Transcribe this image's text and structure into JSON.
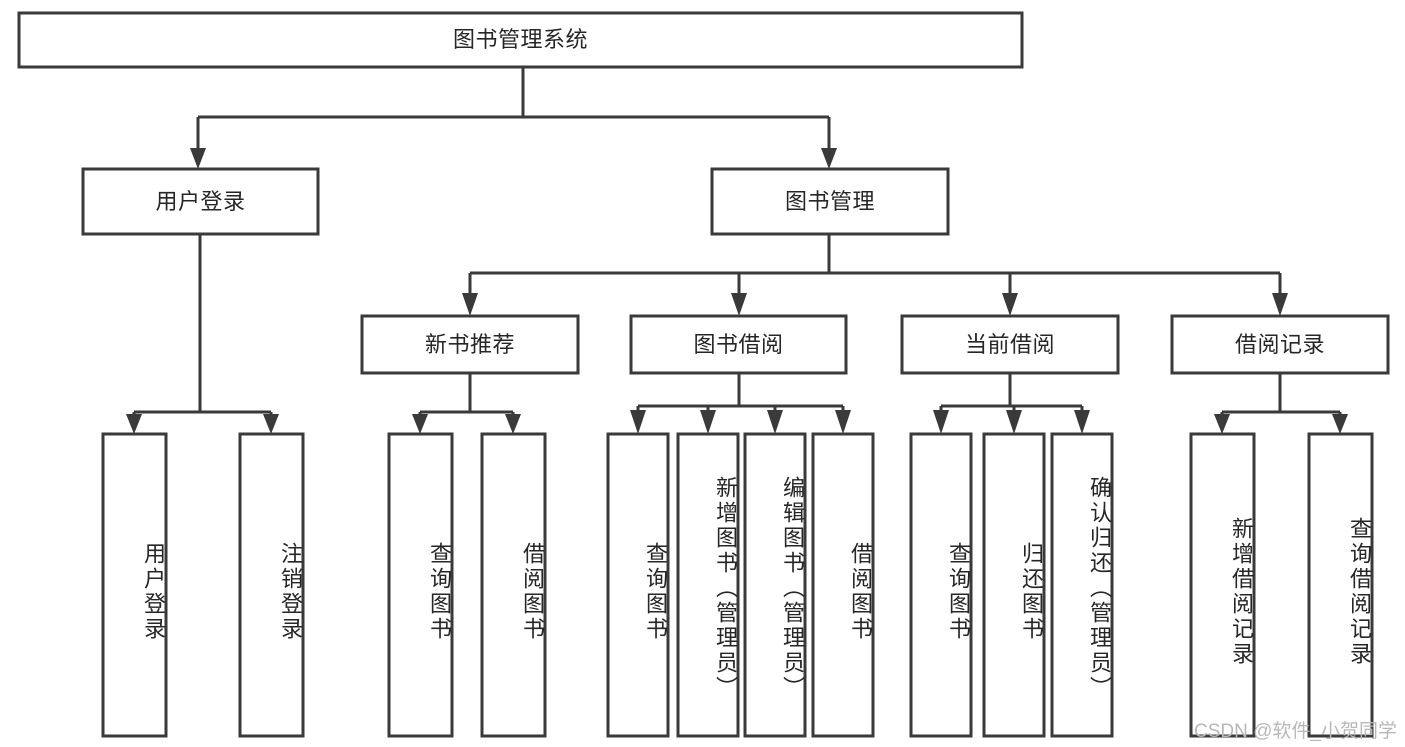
{
  "diagram": {
    "type": "tree-hierarchy-chart",
    "title": "图书管理系统",
    "stroke_color": "#3a3a3a",
    "text_color": "#262626",
    "background_color": "#ffffff",
    "levels": 4,
    "root": {
      "label": "图书管理系统",
      "orientation": "horizontal"
    },
    "level2": [
      {
        "label": "用户登录",
        "orientation": "horizontal"
      },
      {
        "label": "图书管理",
        "orientation": "horizontal"
      }
    ],
    "level3": [
      {
        "label": "新书推荐",
        "orientation": "horizontal",
        "parent": "图书管理"
      },
      {
        "label": "图书借阅",
        "orientation": "horizontal",
        "parent": "图书管理"
      },
      {
        "label": "当前借阅",
        "orientation": "horizontal",
        "parent": "图书管理"
      },
      {
        "label": "借阅记录",
        "orientation": "horizontal",
        "parent": "图书管理"
      }
    ],
    "leaves": {
      "用户登录": [
        {
          "label": "用户登录",
          "orientation": "vertical"
        },
        {
          "label": "注销登录",
          "orientation": "vertical"
        }
      ],
      "新书推荐": [
        {
          "label": "查询图书",
          "orientation": "vertical"
        },
        {
          "label": "借阅图书",
          "orientation": "vertical"
        }
      ],
      "图书借阅": [
        {
          "label": "查询图书",
          "orientation": "vertical"
        },
        {
          "label": "新增图书（管理员）",
          "orientation": "vertical"
        },
        {
          "label": "编辑图书（管理员）",
          "orientation": "vertical"
        },
        {
          "label": "借阅图书",
          "orientation": "vertical"
        }
      ],
      "当前借阅": [
        {
          "label": "查询图书",
          "orientation": "vertical"
        },
        {
          "label": "归还图书",
          "orientation": "vertical"
        },
        {
          "label": "确认归还（管理员）",
          "orientation": "vertical"
        }
      ],
      "借阅记录": [
        {
          "label": "新增借阅记录",
          "orientation": "vertical"
        },
        {
          "label": "查询借阅记录",
          "orientation": "vertical"
        }
      ]
    }
  },
  "watermark": {
    "text": "CSDN @软件_小贺同学"
  }
}
